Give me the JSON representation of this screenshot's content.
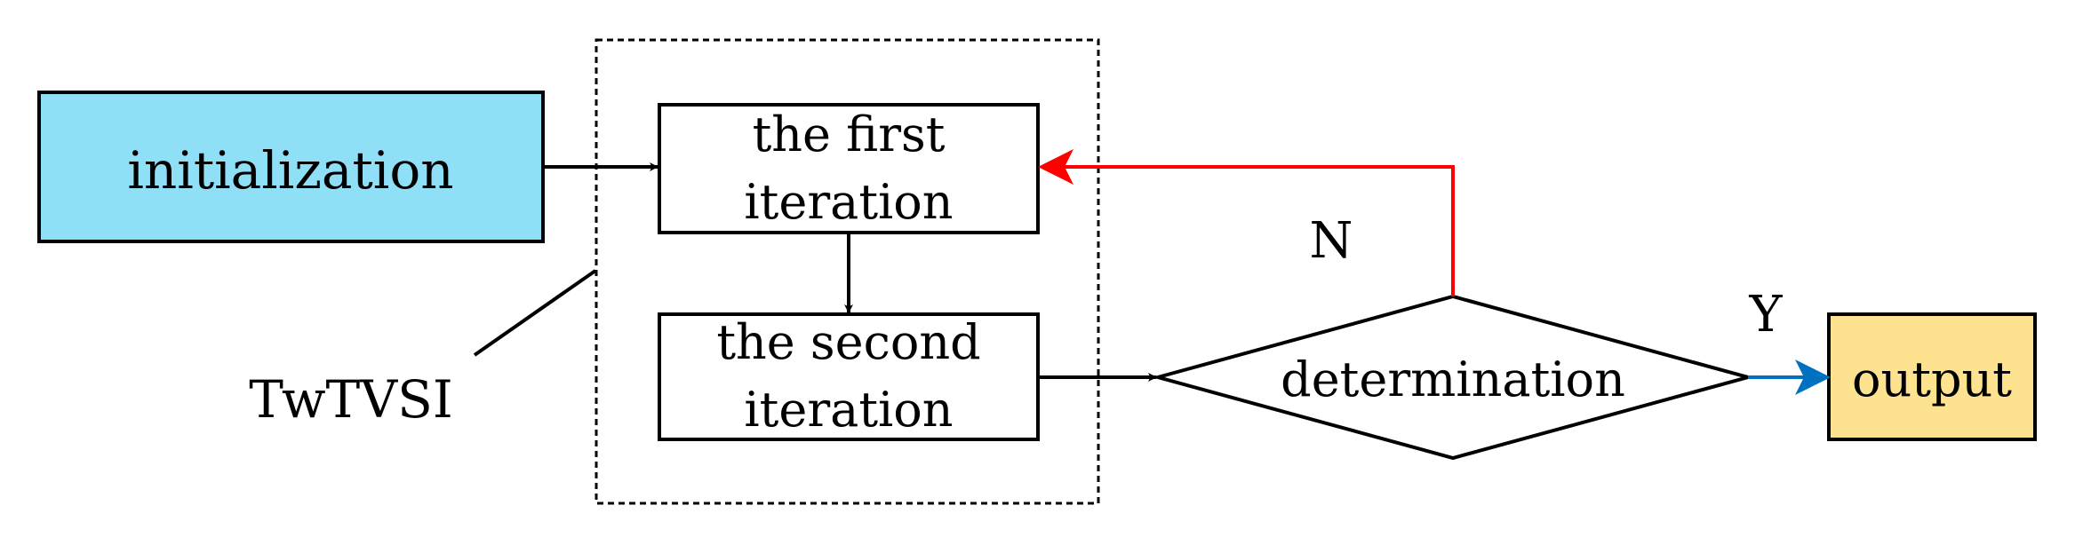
{
  "nodes": {
    "initialization": {
      "label": "initialization",
      "fill": "#8fe0f6"
    },
    "first_iteration": {
      "line1": "the first",
      "line2": "iteration"
    },
    "second_iteration": {
      "line1": "the second",
      "line2": "iteration"
    },
    "determination": {
      "label": "determination"
    },
    "output": {
      "label": "output",
      "fill": "#fde28f"
    }
  },
  "group": {
    "label": "TwTVSI"
  },
  "edges": {
    "no_label": "N",
    "yes_label": "Y"
  },
  "colors": {
    "stroke": "#000000",
    "no_branch": "#ff0000",
    "yes_branch": "#0070c0"
  }
}
